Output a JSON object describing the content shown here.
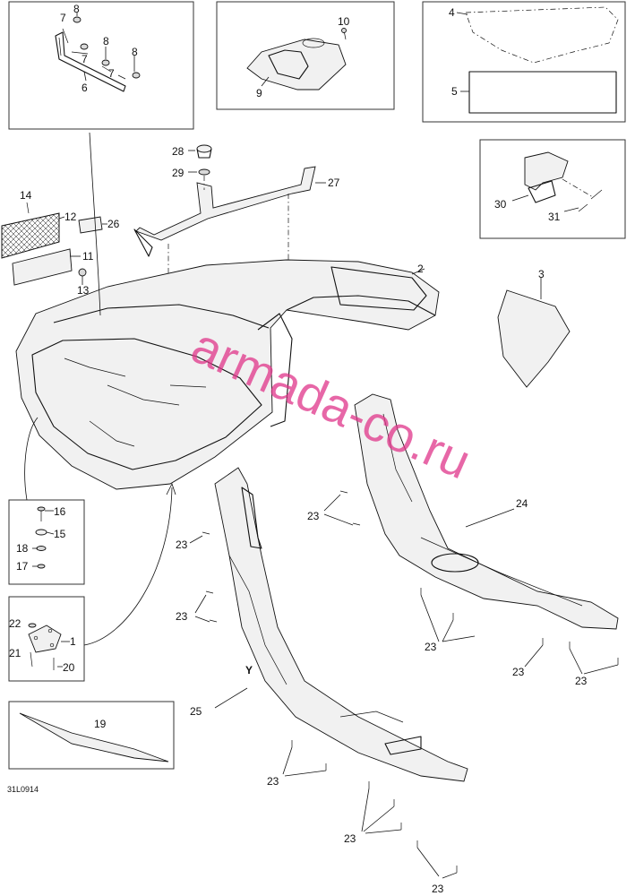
{
  "watermark": "armada-co.ru",
  "drawing_code": "31L0914",
  "callouts": {
    "c1": "1",
    "c2": "2",
    "c3": "3",
    "c4": "4",
    "c5": "5",
    "c6": "6",
    "c7": "7",
    "c8": "8",
    "c9": "9",
    "c10": "10",
    "c11": "11",
    "c12": "12",
    "c13": "13",
    "c14": "14",
    "c15": "15",
    "c16": "16",
    "c17": "17",
    "c18": "18",
    "c19": "19",
    "c20": "20",
    "c21": "21",
    "c22": "22",
    "c23": "23",
    "c24": "24",
    "c25": "25",
    "c26": "26",
    "c27": "27",
    "c28": "28",
    "c29": "29",
    "c30": "30",
    "c31": "31"
  },
  "colors": {
    "line": "#111111",
    "frame": "#333333",
    "watermark": "#e0358a"
  }
}
